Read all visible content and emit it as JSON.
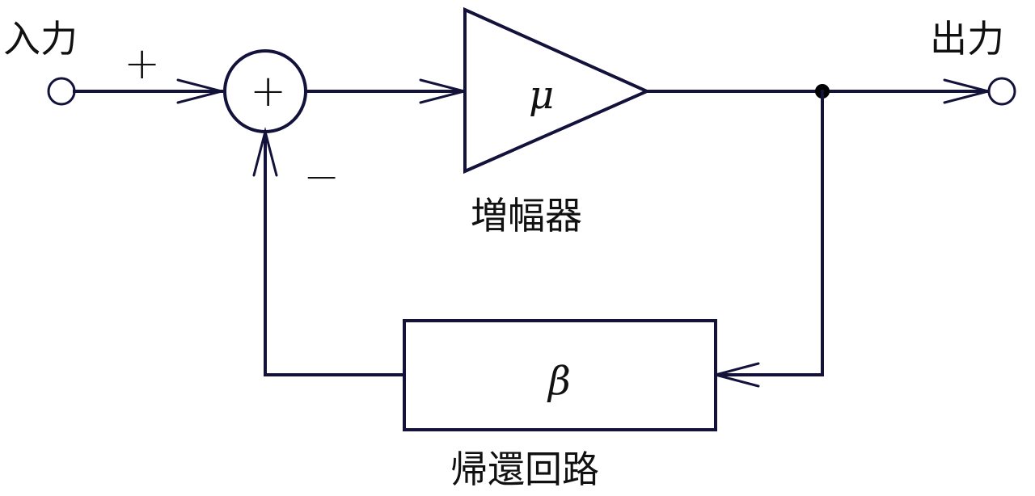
{
  "diagram": {
    "title": "負帰還増幅回路 ブロック図",
    "input_label": "入力",
    "output_label": "出力",
    "plus_sign": "+",
    "minus_sign": "−",
    "summing_symbol": "+",
    "amplifier": {
      "symbol": "μ",
      "label": "増幅器"
    },
    "feedback": {
      "symbol": "β",
      "label": "帰還回路"
    },
    "line_color": "#12123a",
    "text_color": "#111111"
  }
}
